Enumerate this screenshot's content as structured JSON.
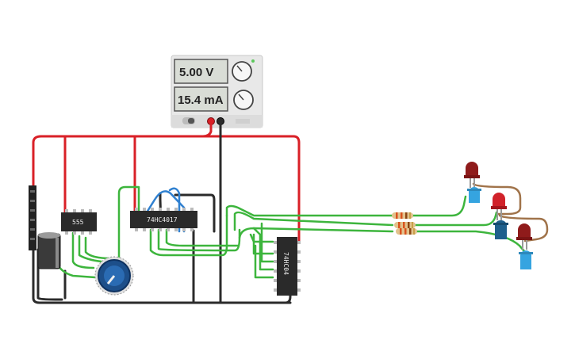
{
  "power_supply": {
    "voltage_display": "5.00 V",
    "current_display": "15.4 mA"
  },
  "components": {
    "timer_label": "555",
    "counter_label": "74HC4017",
    "inverter_label": "74HC04"
  },
  "colors": {
    "wire_power": "#d92027",
    "wire_ground": "#2b2b2b",
    "wire_signal": "#3db53d",
    "wire_blue": "#2f80d0",
    "wire_brown": "#a0734a",
    "led_red": "#9b1c1c",
    "led_blue": "#35a4e0"
  }
}
